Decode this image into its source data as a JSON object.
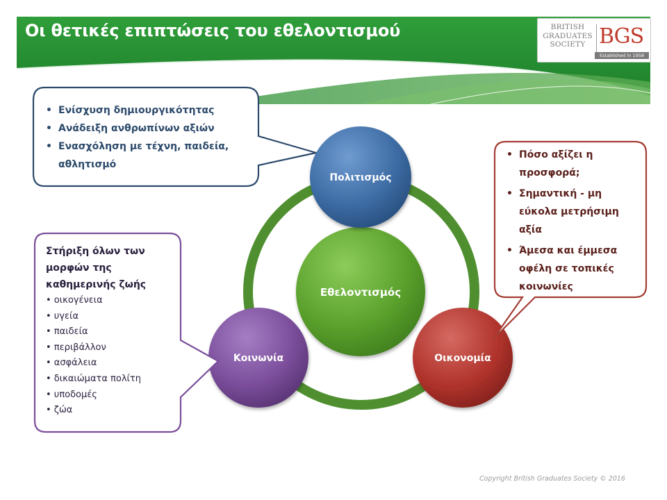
{
  "header": {
    "title": "Οι θετικές επιπτώσεις του εθελοντισμού"
  },
  "logo": {
    "line1": "BRITISH",
    "line2": "GRADUATES",
    "line3": "SOCIETY",
    "mark": "BGS",
    "established": "Established in 1958"
  },
  "diagram": {
    "center": {
      "label": "Εθελοντισμός",
      "color": "#5aa02c"
    },
    "nodes": [
      {
        "label": "Πολιτισμός",
        "color": "#3c6ba3"
      },
      {
        "label": "Κοινωνία",
        "color": "#7a4d9a"
      },
      {
        "label": "Οικονομία",
        "color": "#b0332c"
      }
    ],
    "ring_color": "#4f8f2f"
  },
  "callouts": {
    "culture": {
      "border_color": "#2c4a6b",
      "items": [
        "Ενίσχυση δημιουργικότητας",
        "Ανάδειξη ανθρωπίνων αξιών",
        "Ενασχόληση με τέχνη, παιδεία, αθλητισμό"
      ]
    },
    "economy": {
      "border_color": "#a33b33",
      "items": [
        "Πόσο αξίζει η προσφορά;",
        "Σημαντική - μη εύκολα μετρήσιμη αξία",
        "Άμεσα και έμμεσα οφέλη σε τοπικές κοινωνίες"
      ]
    },
    "society": {
      "border_color": "#7a4d9a",
      "heading": "Στήριξη όλων των μορφών της καθημερινής ζωής",
      "items": [
        "• οικογένεια",
        "• υγεία",
        "• παιδεία",
        "• περιβάλλον",
        "• ασφάλεια",
        "• δικαιώματα πολίτη",
        "• υποδομές",
        "• ζώα"
      ]
    }
  },
  "footer": {
    "copyright": "Copyright British Graduates Society © 2016"
  }
}
